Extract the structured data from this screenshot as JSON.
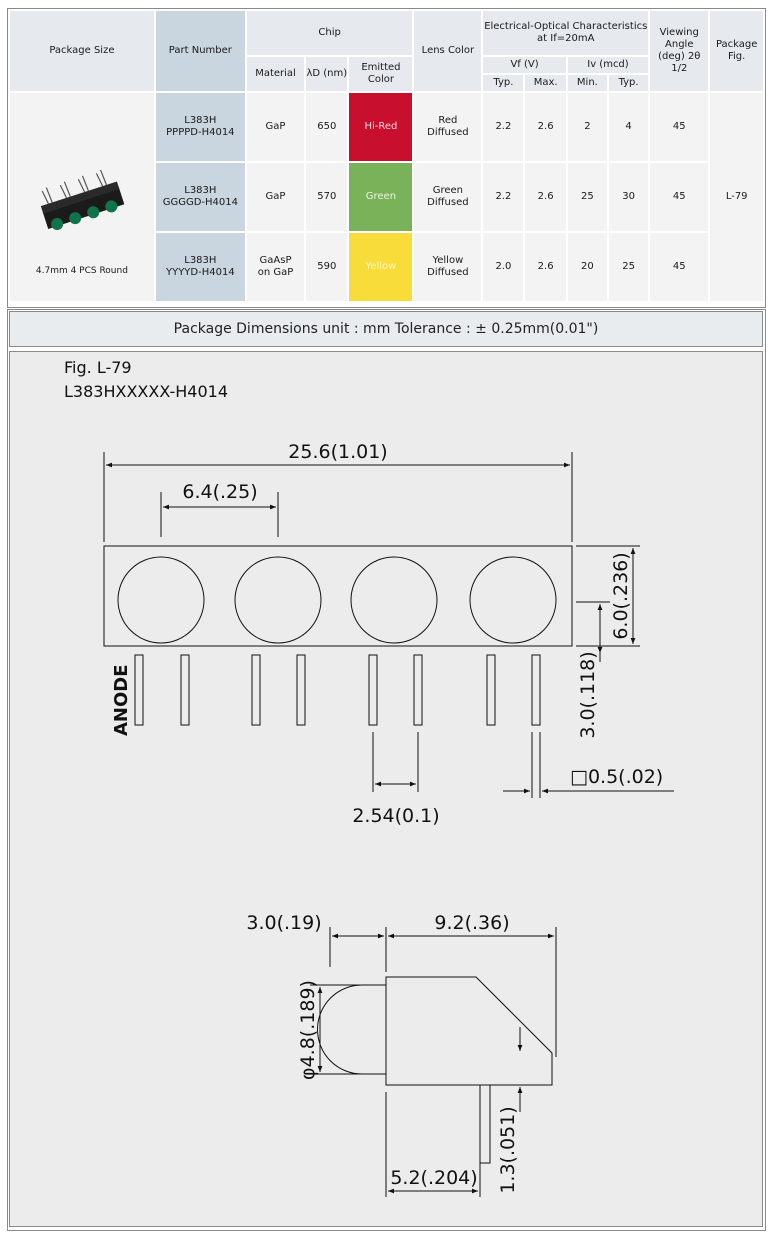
{
  "headers": {
    "package_size": "Package Size",
    "part_number": "Part Number",
    "chip": "Chip",
    "material": "Material",
    "wavelength": "λD (nm)",
    "emitted_color": "Emitted Color",
    "lens_color": "Lens Color",
    "electro_optical": "Electrical-Optical Characteristics at If=20mA",
    "vf": "Vf (V)",
    "iv": "Iv (mcd)",
    "typ": "Typ.",
    "max": "Max.",
    "min": "Min.",
    "viewing_angle": "Viewing Angle (deg) 2θ 1/2",
    "package_fig": "Package Fig."
  },
  "package": {
    "size_label": "4.7mm 4 PCS Round",
    "fig": "L-79"
  },
  "rows": [
    {
      "part_l1": "L383H",
      "part_l2": "PPPPD-H4014",
      "material": "GaP",
      "wavelength": "650",
      "emitted": "Hi-Red",
      "lens_l1": "Red",
      "lens_l2": "Diffused",
      "vf_typ": "2.2",
      "vf_max": "2.6",
      "iv_min": "2",
      "iv_typ": "4",
      "angle": "45",
      "color": "#c8102e"
    },
    {
      "part_l1": "L383H",
      "part_l2": "GGGGD-H4014",
      "material": "GaP",
      "wavelength": "570",
      "emitted": "Green",
      "lens_l1": "Green",
      "lens_l2": "Diffused",
      "vf_typ": "2.2",
      "vf_max": "2.6",
      "iv_min": "25",
      "iv_typ": "30",
      "angle": "45",
      "color": "#7ab25a"
    },
    {
      "part_l1": "L383H",
      "part_l2": "YYYYD-H4014",
      "material_l1": "GaAsP",
      "material_l2": "on GaP",
      "wavelength": "590",
      "emitted": "Yellow",
      "lens_l1": "Yellow",
      "lens_l2": "Diffused",
      "vf_typ": "2.0",
      "vf_max": "2.6",
      "iv_min": "20",
      "iv_typ": "25",
      "angle": "45",
      "color": "#f8dd3a"
    }
  ],
  "dimensions_title": "Package Dimensions   unit : mm  Tolerance : ± 0.25mm(0.01\")",
  "figure": {
    "fig_label": "Fig. L-79",
    "part_label": "L383HXXXXX-H4014",
    "dim_total_width": "25.6(1.01)",
    "dim_pitch": "6.4(.25)",
    "dim_height": "6.0(.236)",
    "dim_lead_stub": "3.0(.118)",
    "dim_lead_spacing": "2.54(0.1)",
    "dim_lead_square": "□0.5(.02)",
    "anode": "ANODE",
    "dim_lens_depth": "3.0(.19)",
    "dim_body_depth": "9.2(.36)",
    "dim_lens_dia": "φ4.8(.189)",
    "dim_lead_len": "1.3(.051)",
    "dim_lead_offset": "5.2(.204)"
  }
}
